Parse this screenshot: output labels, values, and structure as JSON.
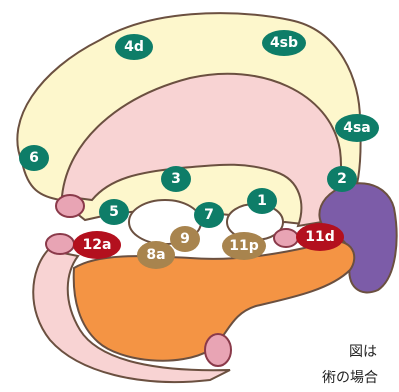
{
  "diagram": {
    "colors": {
      "fat": "#fdf7cc",
      "stomach": "#f8d3d3",
      "pancreas": "#f49444",
      "spleen": "#7c5ca8",
      "green": "#0e7d68",
      "red": "#b3101e",
      "tan": "#a8844e",
      "vessel": "#e8a4b4",
      "outline": "#6b5040"
    },
    "stations": [
      {
        "id": "4d",
        "label": "4d",
        "color": "green"
      },
      {
        "id": "4sb",
        "label": "4sb",
        "color": "green"
      },
      {
        "id": "4sa",
        "label": "4sa",
        "color": "green"
      },
      {
        "id": "6",
        "label": "6",
        "color": "green"
      },
      {
        "id": "3",
        "label": "3",
        "color": "green"
      },
      {
        "id": "2",
        "label": "2",
        "color": "green"
      },
      {
        "id": "1",
        "label": "1",
        "color": "green"
      },
      {
        "id": "5",
        "label": "5",
        "color": "green"
      },
      {
        "id": "7",
        "label": "7",
        "color": "green"
      },
      {
        "id": "12a",
        "label": "12a",
        "color": "red"
      },
      {
        "id": "8a",
        "label": "8a",
        "color": "tan"
      },
      {
        "id": "9",
        "label": "9",
        "color": "tan"
      },
      {
        "id": "11p",
        "label": "11p",
        "color": "tan"
      },
      {
        "id": "11d",
        "label": "11d",
        "color": "red"
      }
    ],
    "notes": [
      "図は",
      "術の場合"
    ]
  }
}
